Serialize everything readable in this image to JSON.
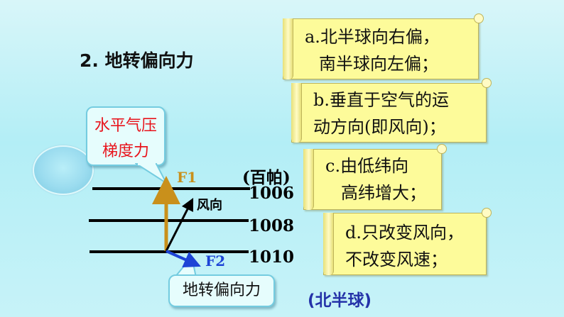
{
  "title": "2. 地转偏向力",
  "notes": [
    {
      "line1": "a.北半球向右偏，",
      "line2": "南半球向左偏；"
    },
    {
      "line1": "b.垂直于空气的运",
      "line2": "动方向(即风向)；"
    },
    {
      "line1": "c.由低纬向",
      "line2": "高纬增大；"
    },
    {
      "line1": "d.只改变风向，",
      "line2": "不改变风速；"
    }
  ],
  "diagram": {
    "pressure_unit": "(百帕)",
    "isobars": [
      "1006",
      "1008",
      "1010"
    ],
    "wind_label": "风向",
    "f1_label": "F1",
    "f2_label": "F2",
    "pgf_callout": {
      "line1": "水平气压",
      "line2": "梯度力"
    },
    "coriolis_callout": "地转偏向力",
    "hemisphere": "(北半球)",
    "colors": {
      "f1": "#c9901b",
      "f2": "#1d44d6",
      "pgf_text": "#e8131b",
      "hemisphere": "#2432a8"
    }
  }
}
